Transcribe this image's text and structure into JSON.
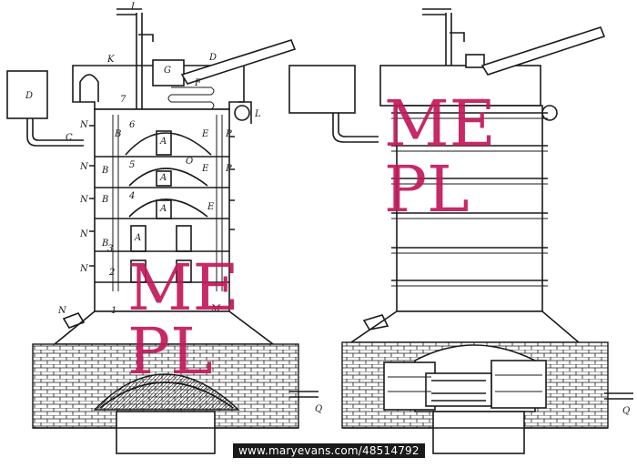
{
  "labels_left": [
    "I",
    "K",
    "G",
    "D",
    "F",
    "D",
    "7",
    "N",
    "C",
    "6",
    "B",
    "A",
    "E",
    "P",
    "L",
    "N",
    "B",
    "5",
    "A",
    "O",
    "E",
    "P",
    "N",
    "B",
    "4",
    "A",
    "E",
    "N",
    "B",
    "3",
    "A",
    "N",
    "2",
    "N",
    "1",
    "M",
    "Q"
  ],
  "labels_right": [
    "Q"
  ],
  "watermark_left": {
    "top": "ME",
    "bottom": "PL"
  },
  "watermark_right": {
    "top": "ME",
    "bottom": "PL"
  },
  "credit": "www.maryevans.com/48514792",
  "colors": {
    "ink": "#1a1a1a",
    "watermark": "#c2185b",
    "paper": "#ffffff"
  }
}
